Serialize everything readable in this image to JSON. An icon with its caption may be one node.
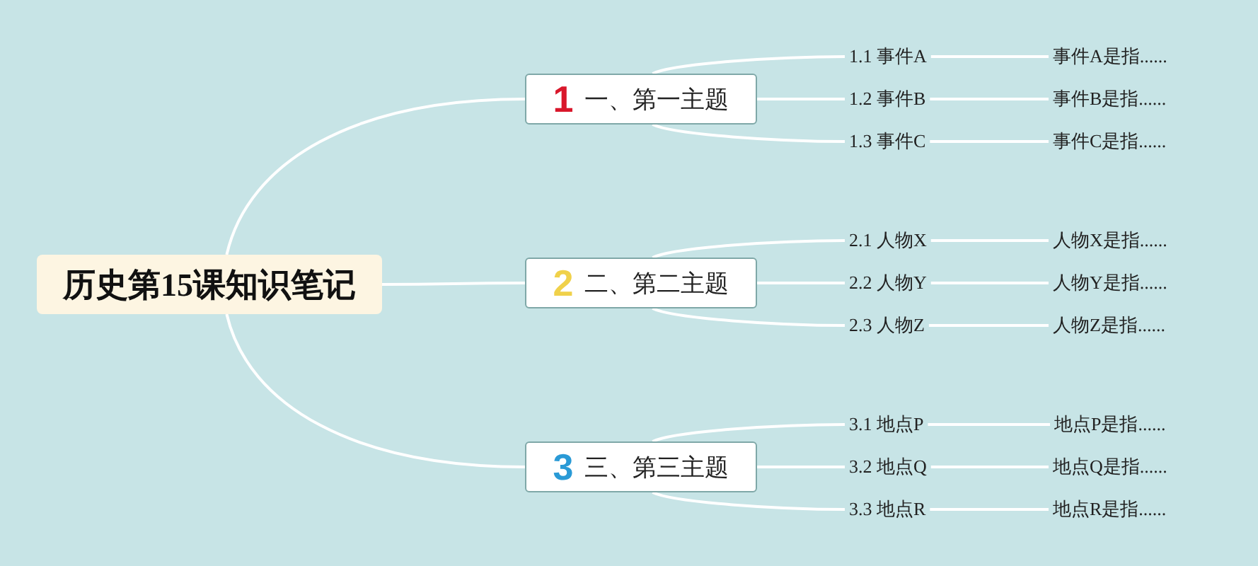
{
  "diagram": {
    "nodes": [
      {
        "text": [
          "历史第15课知识笔记"
        ]
      },
      {
        "text": [
          "1",
          "一、第一主题"
        ]
      },
      {
        "text": [
          "1.1 事件A"
        ]
      },
      {
        "text": [
          "事件A是指......"
        ]
      },
      {
        "text": [
          "1.2 事件B"
        ]
      },
      {
        "text": [
          "事件B是指......"
        ]
      },
      {
        "text": [
          "1.3 事件C"
        ]
      },
      {
        "text": [
          "事件C是指......"
        ]
      },
      {
        "text": [
          "2",
          "二、第二主题"
        ]
      },
      {
        "text": [
          "2.1 人物X"
        ]
      },
      {
        "text": [
          "人物X是指......"
        ]
      },
      {
        "text": [
          "2.2 人物Y"
        ]
      },
      {
        "text": [
          "人物Y是指......"
        ]
      },
      {
        "text": [
          "2.3 人物Z"
        ]
      },
      {
        "text": [
          "人物Z是指......"
        ]
      },
      {
        "text": [
          "3",
          "三、第三主题"
        ]
      },
      {
        "text": [
          "3.1 地点P"
        ]
      },
      {
        "text": [
          "地点P是指......"
        ]
      },
      {
        "text": [
          "3.2 地点Q"
        ]
      },
      {
        "text": [
          "地点Q是指......"
        ]
      },
      {
        "text": [
          "3.3 地点R"
        ]
      },
      {
        "text": [
          "地点R是指......"
        ]
      }
    ],
    "edges": [
      {
        "from": 0,
        "to": 1,
        "arrow": "none"
      },
      {
        "from": 0,
        "to": 8,
        "arrow": "none"
      },
      {
        "from": 0,
        "to": 15,
        "arrow": "none"
      },
      {
        "from": 1,
        "to": 2,
        "arrow": "none"
      },
      {
        "from": 1,
        "to": 4,
        "arrow": "none"
      },
      {
        "from": 1,
        "to": 6,
        "arrow": "none"
      },
      {
        "from": 2,
        "to": 3,
        "arrow": "none"
      },
      {
        "from": 4,
        "to": 5,
        "arrow": "none"
      },
      {
        "from": 6,
        "to": 7,
        "arrow": "none"
      },
      {
        "from": 8,
        "to": 9,
        "arrow": "none"
      },
      {
        "from": 8,
        "to": 11,
        "arrow": "none"
      },
      {
        "from": 8,
        "to": 13,
        "arrow": "none"
      },
      {
        "from": 9,
        "to": 10,
        "arrow": "none"
      },
      {
        "from": 11,
        "to": 12,
        "arrow": "none"
      },
      {
        "from": 13,
        "to": 14,
        "arrow": "none"
      },
      {
        "from": 15,
        "to": 16,
        "arrow": "none"
      },
      {
        "from": 15,
        "to": 18,
        "arrow": "none"
      },
      {
        "from": 15,
        "to": 20,
        "arrow": "none"
      },
      {
        "from": 16,
        "to": 17,
        "arrow": "none"
      },
      {
        "from": 18,
        "to": 19,
        "arrow": "none"
      },
      {
        "from": 20,
        "to": 21,
        "arrow": "none"
      }
    ]
  }
}
